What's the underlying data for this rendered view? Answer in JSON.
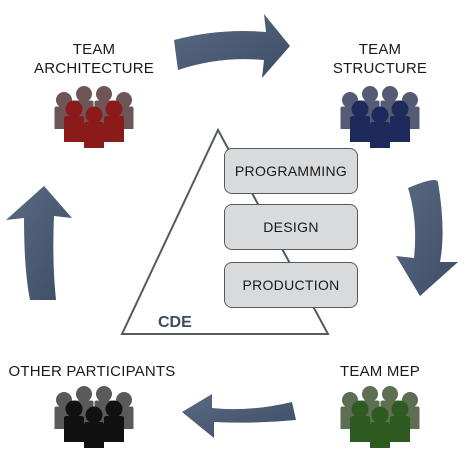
{
  "teams": [
    {
      "id": "architecture",
      "label_line1": "TEAM",
      "label_line2": "ARCHITECTURE",
      "color": "#8b1a1a",
      "back_color": "#6e5656"
    },
    {
      "id": "structure",
      "label_line1": "TEAM",
      "label_line2": "STRUCTURE",
      "color": "#1f2a5c",
      "back_color": "#565b75"
    },
    {
      "id": "mep",
      "label_line1": "TEAM MEP",
      "label_line2": "",
      "color": "#2f5a22",
      "back_color": "#5d6e52"
    },
    {
      "id": "other",
      "label_line1": "OTHER PARTICIPANTS",
      "label_line2": "",
      "color": "#111111",
      "back_color": "#5a5a5a"
    }
  ],
  "phases": [
    "PROGRAMMING",
    "DESIGN",
    "PRODUCTION"
  ],
  "cde_label": "CDE",
  "colors": {
    "arrow": "#4a5a72",
    "arrow_light": "#6c7c94",
    "box_fill": "#d9dadc",
    "triangle_stroke": "#555a60"
  },
  "icons": [
    "group-people-icon",
    "curved-arrow-icon"
  ]
}
